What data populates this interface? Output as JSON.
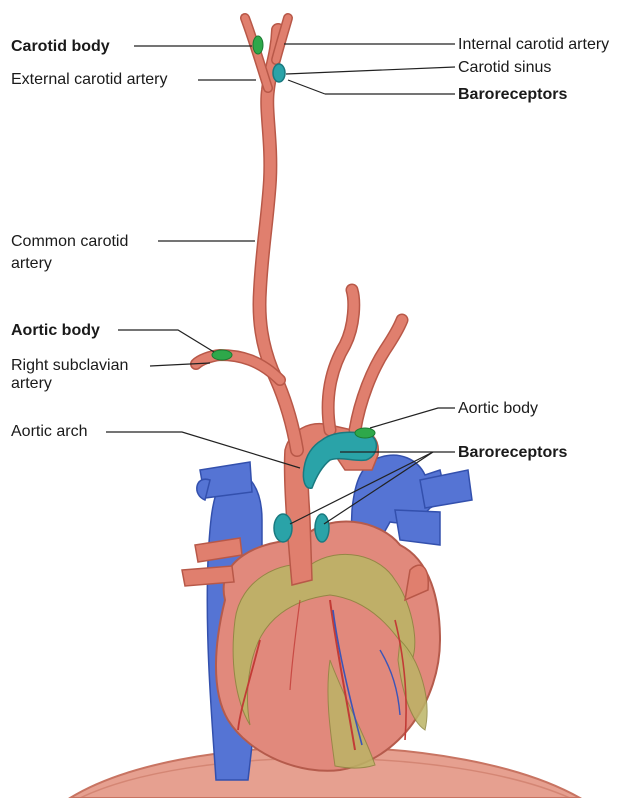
{
  "labels": {
    "carotid_body": "Carotid body",
    "external_carotid": "External carotid artery",
    "internal_carotid": "Internal carotid artery",
    "carotid_sinus": "Carotid sinus",
    "baroreceptors_top": "Baroreceptors",
    "common_carotid_1": "Common carotid",
    "common_carotid_2": "artery",
    "aortic_body_left": "Aortic body",
    "right_subclavian_1": "Right subclavian",
    "right_subclavian_2": "artery",
    "aortic_arch": "Aortic arch",
    "aortic_body_right": "Aortic body",
    "baroreceptors_bottom": "Baroreceptors"
  },
  "colors": {
    "artery": "#e07f6e",
    "artery_dark": "#b85848",
    "vein": "#4f6fd0",
    "vein_dark": "#2f4aa8",
    "heart": "#d9776a",
    "fat": "#b8b060",
    "baroreceptor": "#2aa3a8",
    "chemoreceptor": "#2ea84a",
    "leader_line": "#222222",
    "diaphragm": "#d98a7a"
  }
}
